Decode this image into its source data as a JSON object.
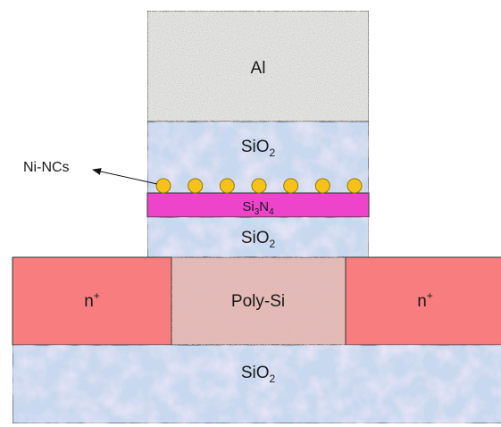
{
  "diagram": {
    "layers": {
      "al": {
        "label": "Al"
      },
      "sio2_top": {
        "label": "SiO",
        "sub": "2"
      },
      "si3n4": {
        "label_a": "Si",
        "sub_a": "3",
        "label_b": "N",
        "sub_b": "4"
      },
      "sio2_mid": {
        "label": "SiO",
        "sub": "2"
      },
      "n_left": {
        "label": "n",
        "sup": "+"
      },
      "poly_si": {
        "label": "Poly-Si"
      },
      "n_right": {
        "label": "n",
        "sup": "+"
      },
      "sio2_bottom": {
        "label": "SiO",
        "sub": "2"
      }
    },
    "callout": {
      "label": "Ni-NCs"
    },
    "nanocrystal_count": 7,
    "colors": {
      "al": "#e4e4e2",
      "sio2": "#c8d8ee",
      "si3n4": "#ee44cc",
      "n_plus": "#f77d7f",
      "poly_si": "#e4b8b4",
      "dot_fill": "#f6c21a",
      "dot_stroke": "#9a7a00",
      "outline": "#333333"
    }
  }
}
